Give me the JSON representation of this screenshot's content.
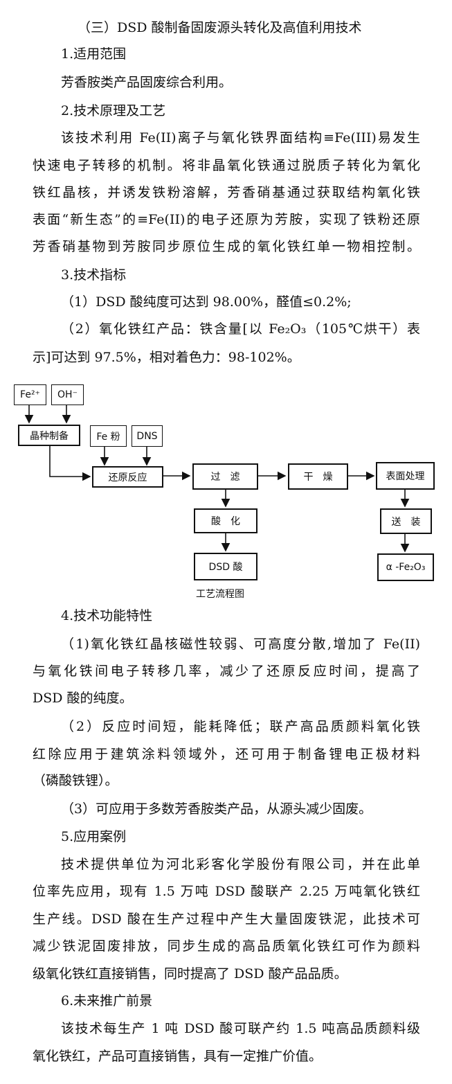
{
  "title": "（三）DSD 酸制备固废源头转化及高值利用技术",
  "sec1": {
    "heading": "1.适用范围",
    "text": "芳香胺类产品固废综合利用。"
  },
  "sec2": {
    "heading": "2.技术原理及工艺",
    "lines": [
      "该技术利用 Fe(II)离子与氧化铁界面结构≡Fe(III)易发生",
      "快速电子转移的机制。将非晶氧化铁通过脱质子转化为氧化",
      "铁红晶核，并诱发铁粉溶解，芳香硝基通过获取结构氧化铁",
      "表面“新生态”的≡Fe(II)的电子还原为芳胺，实现了铁粉还原",
      "芳香硝基物到芳胺同步原位生成的氧化铁红单一物相控制。"
    ]
  },
  "sec3": {
    "heading": "3.技术指标",
    "item1": "（1）DSD 酸纯度可达到 98.00%，醛值≤0.2%;",
    "item2_line1": "（2）氧化铁红产品：铁含量[以 Fe₂O₃（105℃烘干）表",
    "item2_line2": "示]可达到 97.5%，相对着色力：98-102%。"
  },
  "diagram": {
    "caption": "工艺流程图",
    "boxes": {
      "fe2": "Fe²⁺",
      "oh": "OH⁻",
      "seed": "晶种制备",
      "fe_powder": "Fe 粉",
      "dns": "DNS",
      "reduction": "还原反应",
      "filter": "过　滤",
      "dry": "干　燥",
      "surface": "表面处理",
      "acidify": "酸　化",
      "pack": "送　装",
      "dsd": "DSD 酸",
      "product": "α -Fe₂O₃"
    }
  },
  "sec4": {
    "heading": "4.技术功能特性",
    "p1": [
      "（1)氧化铁红晶核磁性较弱、可高度分散,增加了 Fe(II)",
      "与氧化铁间电子转移几率，减少了还原反应时间，提高了",
      "DSD 酸的纯度。"
    ],
    "p2": [
      "（2）反应时间短，能耗降低；联产高品质颜料氧化铁",
      "红除应用于建筑涂料领域外，还可用于制备锂电正极材料",
      "（磷酸铁锂）。"
    ],
    "p3": "（3）可应用于多数芳香胺类产品，从源头减少固废。"
  },
  "sec5": {
    "heading": "5.应用案例",
    "lines": [
      "技术提供单位为河北彩客化学股份有限公司，并在此单",
      "位率先应用，现有 1.5 万吨 DSD 酸联产 2.25 万吨氧化铁红",
      "生产线。DSD 酸在生产过程中产生大量固废铁泥，此技术可",
      "减少铁泥固废排放，同步生成的高品质氧化铁红可作为颜料",
      "级氧化铁红直接销售，同时提高了 DSD 酸产品品质。"
    ]
  },
  "sec6": {
    "heading": "6.未来推广前景",
    "lines": [
      "该技术每生产 1 吨 DSD 酸可联产约 1.5 吨高品质颜料级",
      "氧化铁红，产品可直接销售，具有一定推广价值。"
    ]
  }
}
